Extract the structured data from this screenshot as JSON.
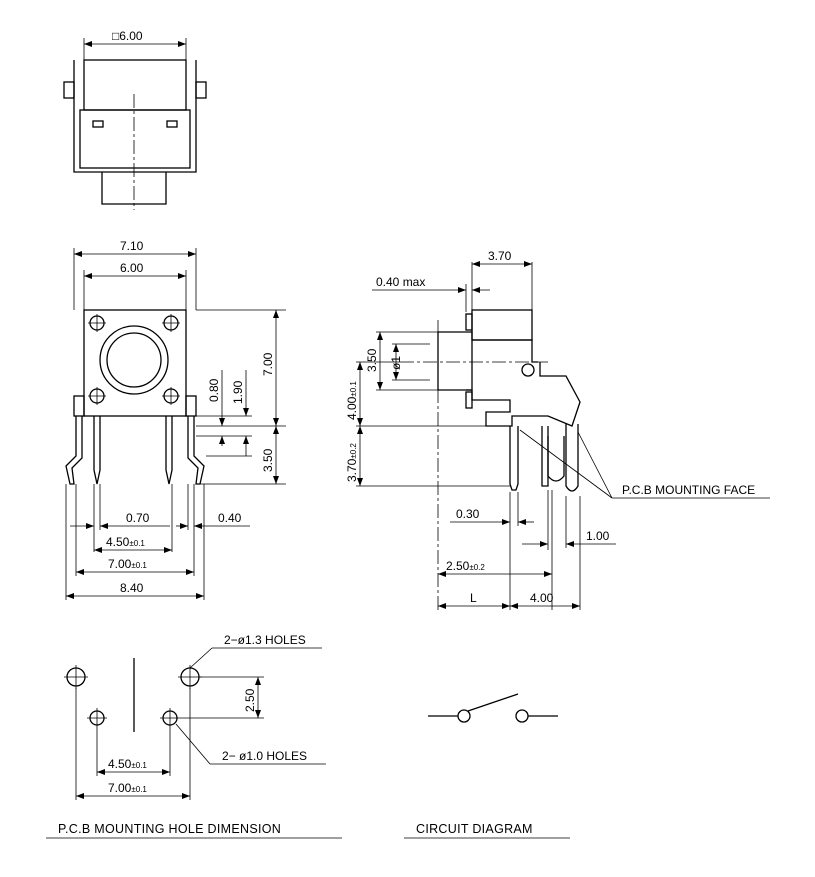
{
  "top_view": {
    "width_label": "□6.00"
  },
  "front_view": {
    "dim_7_10": "7.10",
    "dim_6_00": "6.00",
    "dim_7_00": "7.00",
    "dim_0_80": "0.80",
    "dim_1_90": "1.90",
    "dim_3_50": "3.50",
    "dim_0_70": "0.70",
    "dim_0_40": "0.40",
    "dim_4_50": "4.50",
    "dim_4_50_tol": "±0.1",
    "dim_7_00_pitch": "7.00",
    "dim_7_00_pitch_tol": "±0.1",
    "dim_8_40": "8.40"
  },
  "side_view": {
    "dim_3_70": "3.70",
    "dim_0_40_max": "0.40 max",
    "dim_3_50": "3.50",
    "dim_phi": "ø1",
    "dim_4_00": "4.00",
    "dim_4_00_tol": "±0.1",
    "dim_3_70_b": "3.70",
    "dim_3_70_b_tol": "±0.2",
    "dim_0_30": "0.30",
    "dim_1_00": "1.00",
    "dim_2_50": "2.50",
    "dim_2_50_tol": "±0.2",
    "dim_L": "L",
    "dim_4_00_b": "4.00",
    "mounting_face": "P.C.B MOUNTING FACE"
  },
  "pcb_holes": {
    "holes_large": "2−ø1.3 HOLES",
    "holes_small": "2− ø1.0 HOLES",
    "dim_2_50": "2.50",
    "dim_4_50": "4.50",
    "dim_4_50_tol": "±0.1",
    "dim_7_00": "7.00",
    "dim_7_00_tol": "±0.1",
    "caption": "P.C.B MOUNTING HOLE DIMENSION"
  },
  "circuit": {
    "caption": "CIRCUIT DIAGRAM"
  }
}
